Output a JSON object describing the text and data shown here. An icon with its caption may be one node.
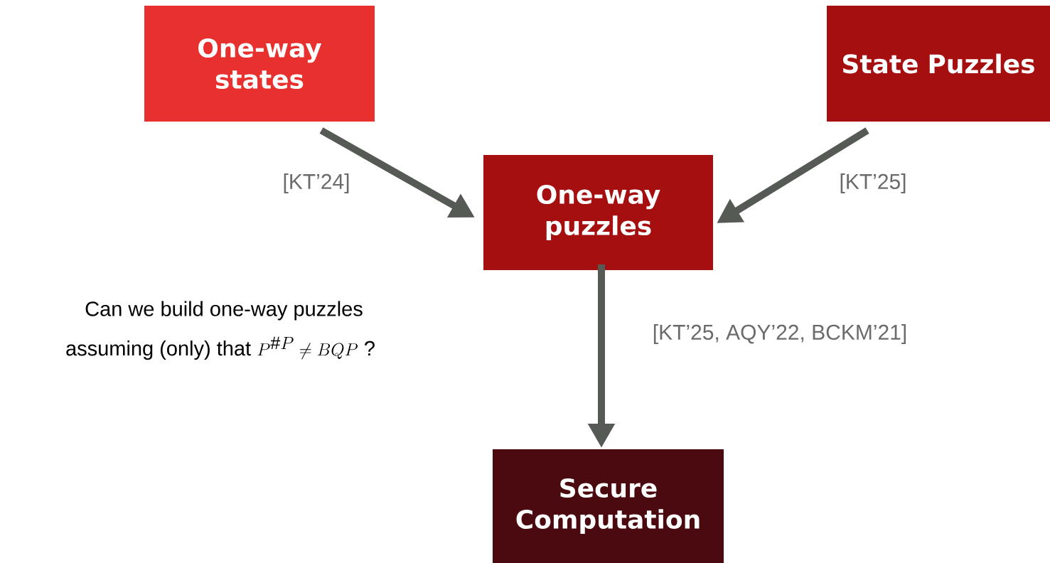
{
  "diagram": {
    "nodes": [
      {
        "text": [
          "One-way states"
        ]
      },
      {
        "text": [
          "State Puzzles"
        ]
      },
      {
        "text": [
          "One-way puzzles"
        ]
      },
      {
        "text": [
          "Secure Computation"
        ]
      }
    ],
    "edges": [
      {
        "from": 0,
        "to": 2,
        "arrow": "to",
        "label": "[KT’24]"
      },
      {
        "from": 1,
        "to": 2,
        "arrow": "to",
        "label": "[KT’25]"
      },
      {
        "from": 2,
        "to": 3,
        "arrow": "to",
        "label": "[KT’25, AQY’22, BCKM’21]"
      }
    ],
    "labels": [
      "Can we build one-way puzzles",
      "assuming (only) that",
      "P^{\\#P} \\neq BQP",
      "?"
    ]
  }
}
